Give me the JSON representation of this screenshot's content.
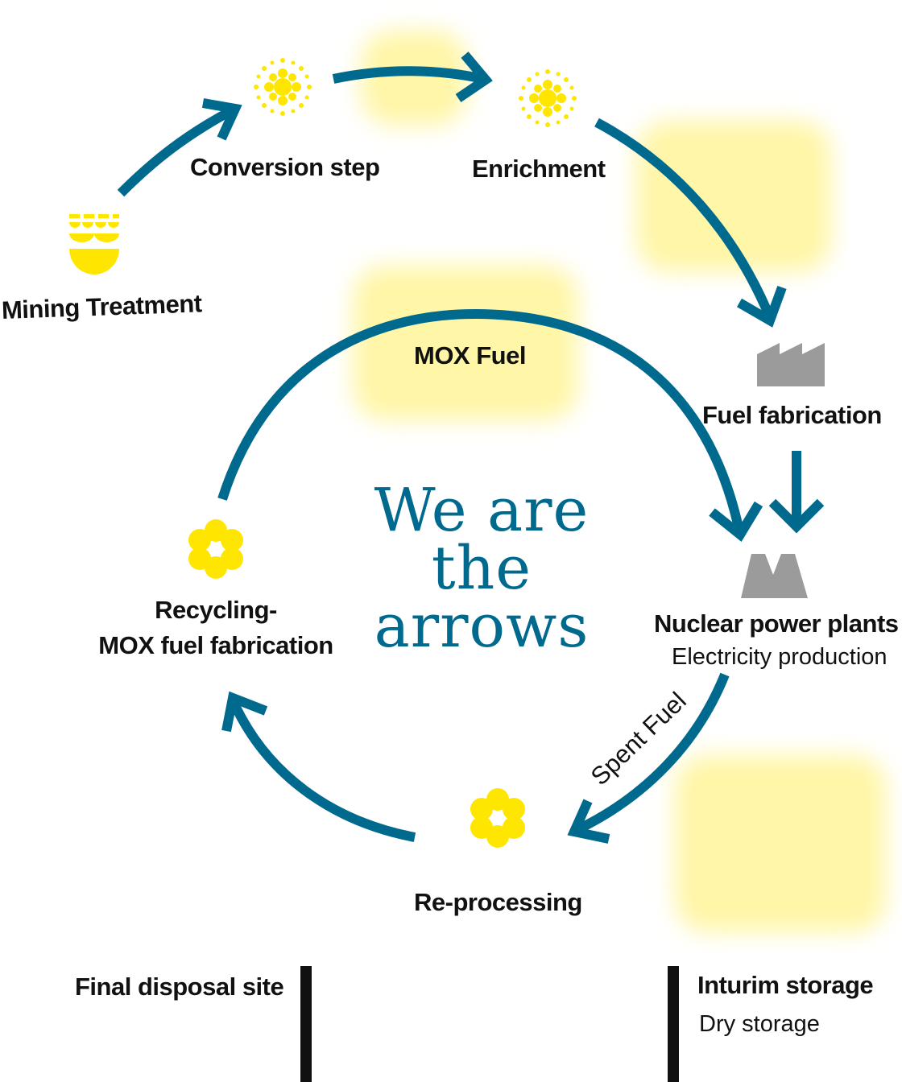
{
  "colors": {
    "arrow": "#006a8e",
    "accent": "#ffe600",
    "highlight": "#fff6a8",
    "factory": "#9b9b9b",
    "text": "#111111",
    "bar": "#111111"
  },
  "title": {
    "line1": "We are",
    "line2": "the",
    "line3": "arrows"
  },
  "steps": {
    "mining": {
      "label": "Mining Treatment",
      "icon": "semicircles-icon"
    },
    "conversion": {
      "label": "Conversion step",
      "icon": "sun-dots-icon"
    },
    "enrichment": {
      "label": "Enrichment",
      "icon": "sun-dots-icon"
    },
    "fabrication": {
      "label": "Fuel fabrication",
      "icon": "factory-icon"
    },
    "nuclear": {
      "label": "Nuclear power plants",
      "sublabel": "Electricity production",
      "icon": "cooling-towers-icon"
    },
    "reprocessing": {
      "label": "Re-processing",
      "icon": "flower-icon"
    },
    "recycling": {
      "label_line1": "Recycling-",
      "label_line2": "MOX fuel fabrication",
      "icon": "flower-icon"
    }
  },
  "flows": {
    "mox": "MOX Fuel",
    "spent": "Spent Fuel"
  },
  "storage": {
    "final": {
      "label": "Final disposal site"
    },
    "interim": {
      "label": "Inturim storage",
      "sublabel": "Dry storage"
    }
  }
}
